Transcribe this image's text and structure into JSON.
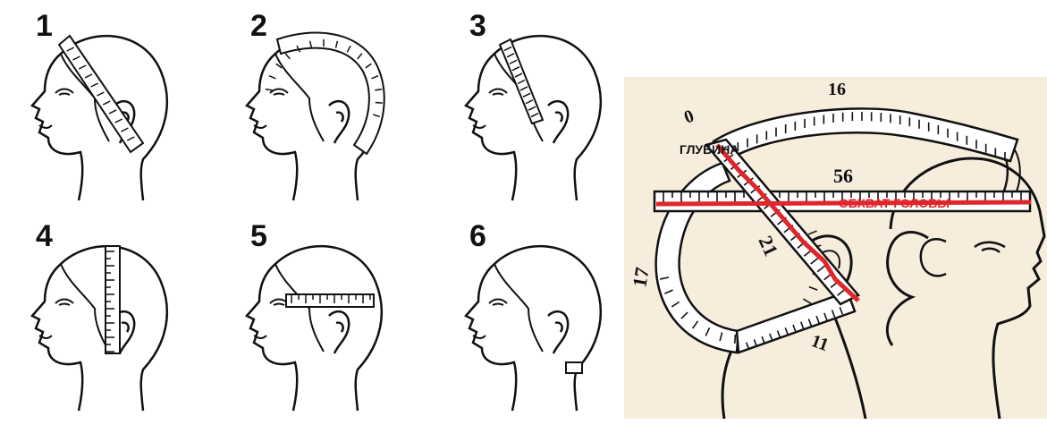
{
  "steps": [
    "1",
    "2",
    "3",
    "4",
    "5",
    "6"
  ],
  "diagram": {
    "measure_top": "16",
    "measure_zero": "0",
    "measure_circumference": "56",
    "measure_diagonal": "21",
    "measure_left": "17",
    "measure_bottom": "11",
    "label_depth": "ГЛУБИНА",
    "label_circumference": "ОБХВАТ ГОЛОВЫ"
  },
  "colors": {
    "ink": "#111111",
    "panel_background": "#f7eddc",
    "highlight": "#e0262b"
  }
}
